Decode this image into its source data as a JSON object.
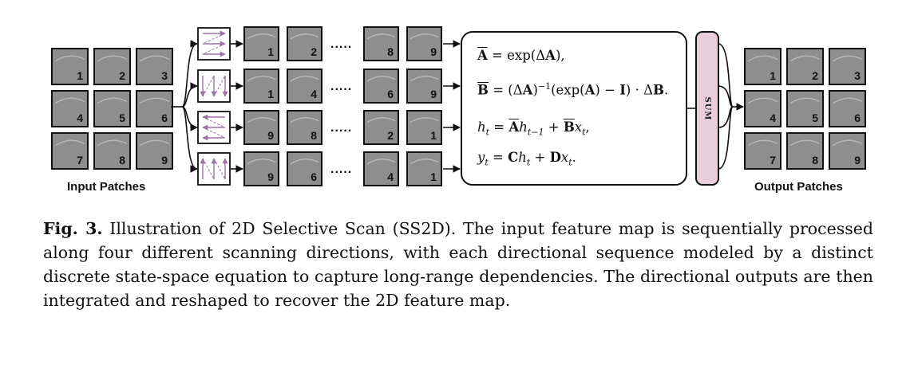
{
  "figure": {
    "input_label": "Input Patches",
    "output_label": "Output Patches",
    "sum_label": "SUM",
    "dots": ".....",
    "input_grid": [
      [
        "1",
        "2",
        "3"
      ],
      [
        "4",
        "5",
        "6"
      ],
      [
        "7",
        "8",
        "9"
      ]
    ],
    "output_grid": [
      [
        "1",
        "2",
        "3"
      ],
      [
        "4",
        "5",
        "6"
      ],
      [
        "7",
        "8",
        "9"
      ]
    ],
    "scan_rows": [
      {
        "direction": "row-major",
        "nums": [
          "1",
          "2",
          "8",
          "9"
        ]
      },
      {
        "direction": "column-major",
        "nums": [
          "1",
          "4",
          "6",
          "9"
        ]
      },
      {
        "direction": "row-reversed",
        "nums": [
          "9",
          "8",
          "2",
          "1"
        ]
      },
      {
        "direction": "column-reversed",
        "nums": [
          "9",
          "6",
          "4",
          "1"
        ]
      }
    ],
    "equations": [
      "A̅ = exp(ΔA),",
      "B̅ = (ΔA)⁻¹(exp(A) − I) · ΔB.",
      "hₜ = A̅hₜ₋₁ + B̅xₜ,",
      "yₜ = Chₜ + Dxₜ."
    ],
    "colors": {
      "patch": "#8e8e8e",
      "sum_fill": "#e9cfdc",
      "scan_arrow": "#9b72a8"
    }
  },
  "caption": {
    "label": "Fig. 3.",
    "text": " Illustration of 2D Selective Scan (SS2D). The input feature map is sequentially processed along four different scanning directions, with each directional sequence modeled by a distinct discrete state-space equation to capture long-range dependencies. The directional outputs are then integrated and reshaped to recover the 2D feature map."
  }
}
